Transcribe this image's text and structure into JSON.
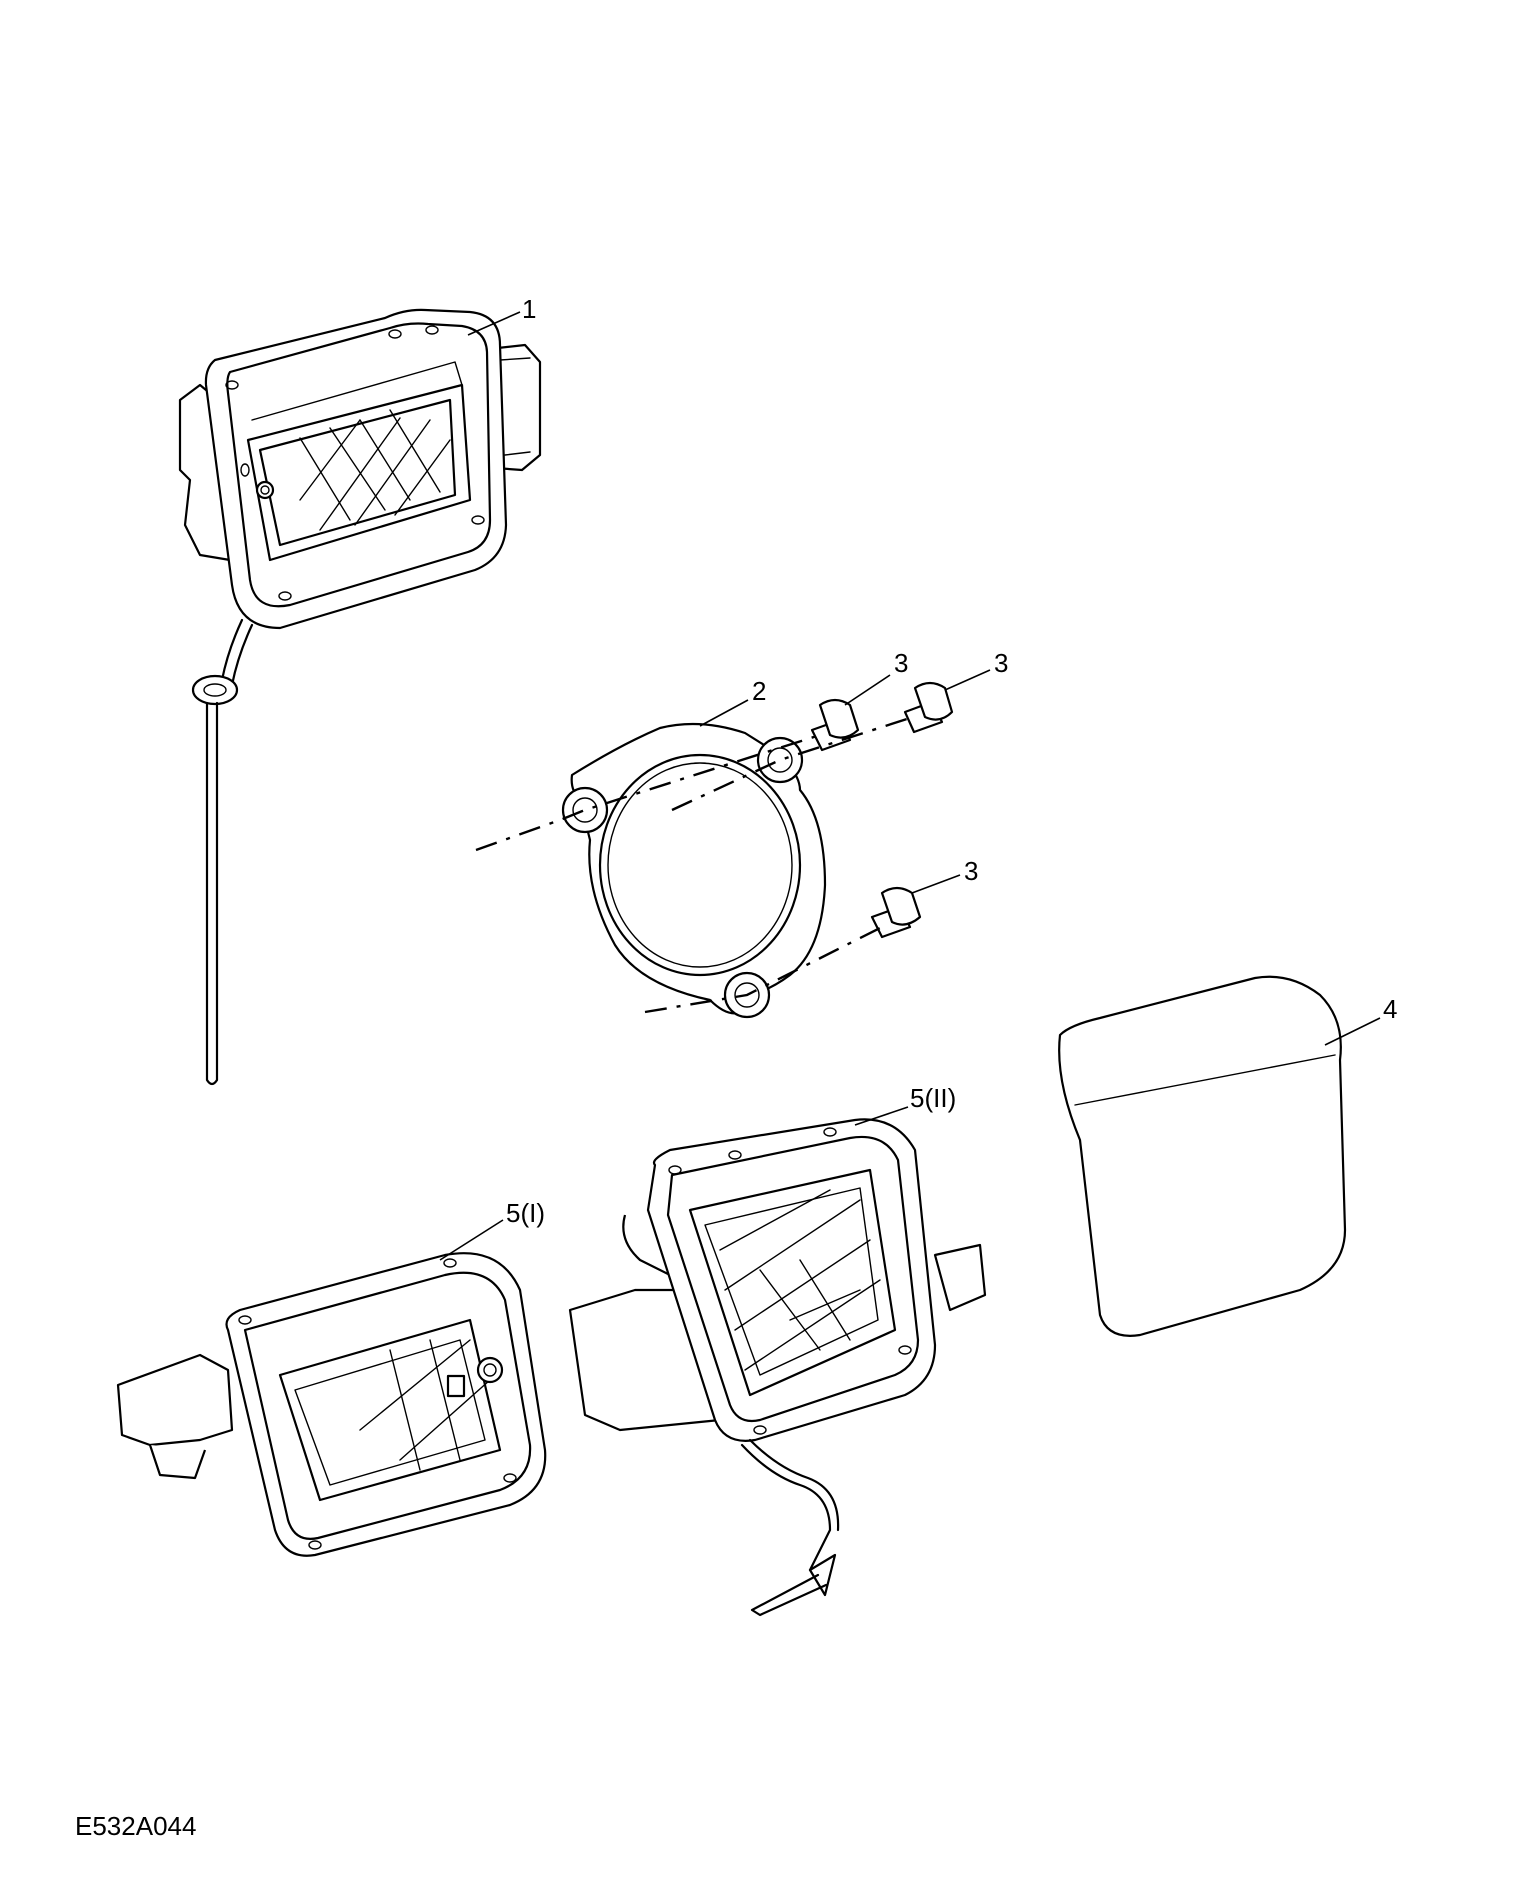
{
  "callouts": {
    "c1": "1",
    "c2": "2",
    "c3a": "3",
    "c3b": "3",
    "c3c": "3",
    "c4": "4",
    "c5ii": "5(II)",
    "c5i": "5(I)"
  },
  "figure_code": "E532A044"
}
